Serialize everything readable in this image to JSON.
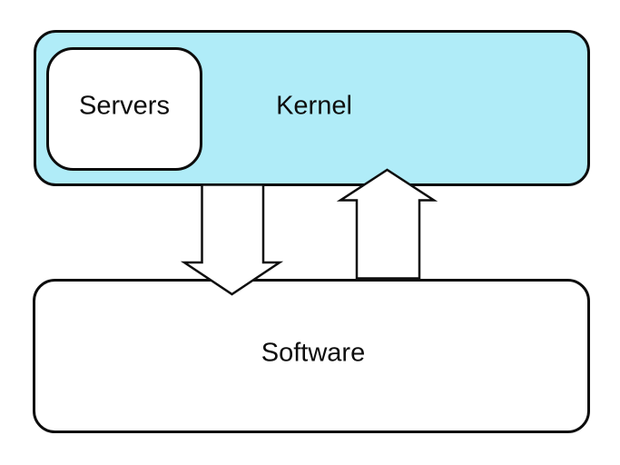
{
  "diagram": {
    "background_color": "#ffffff",
    "stroke_color": "#0d0d0d",
    "nodes": {
      "kernel": {
        "label": "Kernel",
        "fill": "#b0ecf8"
      },
      "servers": {
        "label": "Servers",
        "fill": "#ffffff"
      },
      "software": {
        "label": "Software",
        "fill": "#ffffff"
      }
    },
    "arrows": {
      "kernel_to_software": {
        "direction": "down",
        "fill": "#ffffff"
      },
      "software_to_kernel": {
        "direction": "up",
        "fill": "#ffffff"
      }
    }
  }
}
